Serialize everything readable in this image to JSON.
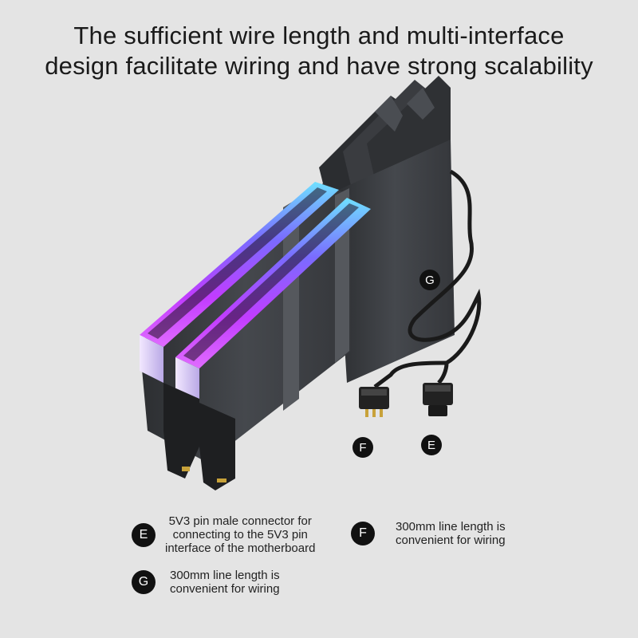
{
  "headline": {
    "line1": "The sufficient wire length and multi-interface",
    "line2": "design facilitate wiring and have strong scalability"
  },
  "product": {
    "name": "RGB RAM heatsink pair with cable"
  },
  "callouts": {
    "cable": "G",
    "connector_left": "F",
    "connector_right": "E"
  },
  "legend": {
    "e": {
      "badge": "E",
      "line1": "5V3 pin male connector for",
      "line2": "connecting to the 5V3 pin",
      "line3": "interface of the motherboard"
    },
    "f": {
      "badge": "F",
      "line1": "300mm line length is",
      "line2": "convenient for wiring"
    },
    "g": {
      "badge": "G",
      "line1": "300mm line length is",
      "line2": "convenient for wiring"
    }
  },
  "colors": {
    "background": "#e4e4e4",
    "heatsink": "#3a3c40",
    "rgb_top": "#5fd3ff",
    "rgb_bottom": "#d13bff",
    "badge": "#111111"
  }
}
